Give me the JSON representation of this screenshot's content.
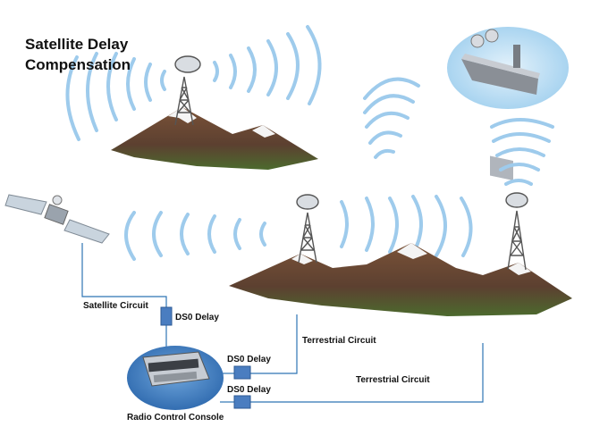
{
  "title": {
    "line1": "Satellite Delay",
    "line2": "Compensation"
  },
  "labels": {
    "satellite_circuit": "Satellite Circuit",
    "ds0_delay_satellite": "DS0 Delay",
    "terrestrial_circuit_1": "Terrestrial Circuit",
    "ds0_delay_1": "DS0 Delay",
    "terrestrial_circuit_2": "Terrestrial Circuit",
    "ds0_delay_2": "DS0 Delay",
    "radio_control_console": "Radio Control Console"
  },
  "colors": {
    "circuit_line": "#2e74b5",
    "delay_box": "#4a7dc0",
    "wave": "#9ecbec",
    "console_ellipse": "#4a86c8",
    "ship_ellipse": "#b9dcf3",
    "mountain": "#6b4a35",
    "mountain_green": "#5f7a3c",
    "snow": "#f4f4f4",
    "tower": "#555555"
  }
}
